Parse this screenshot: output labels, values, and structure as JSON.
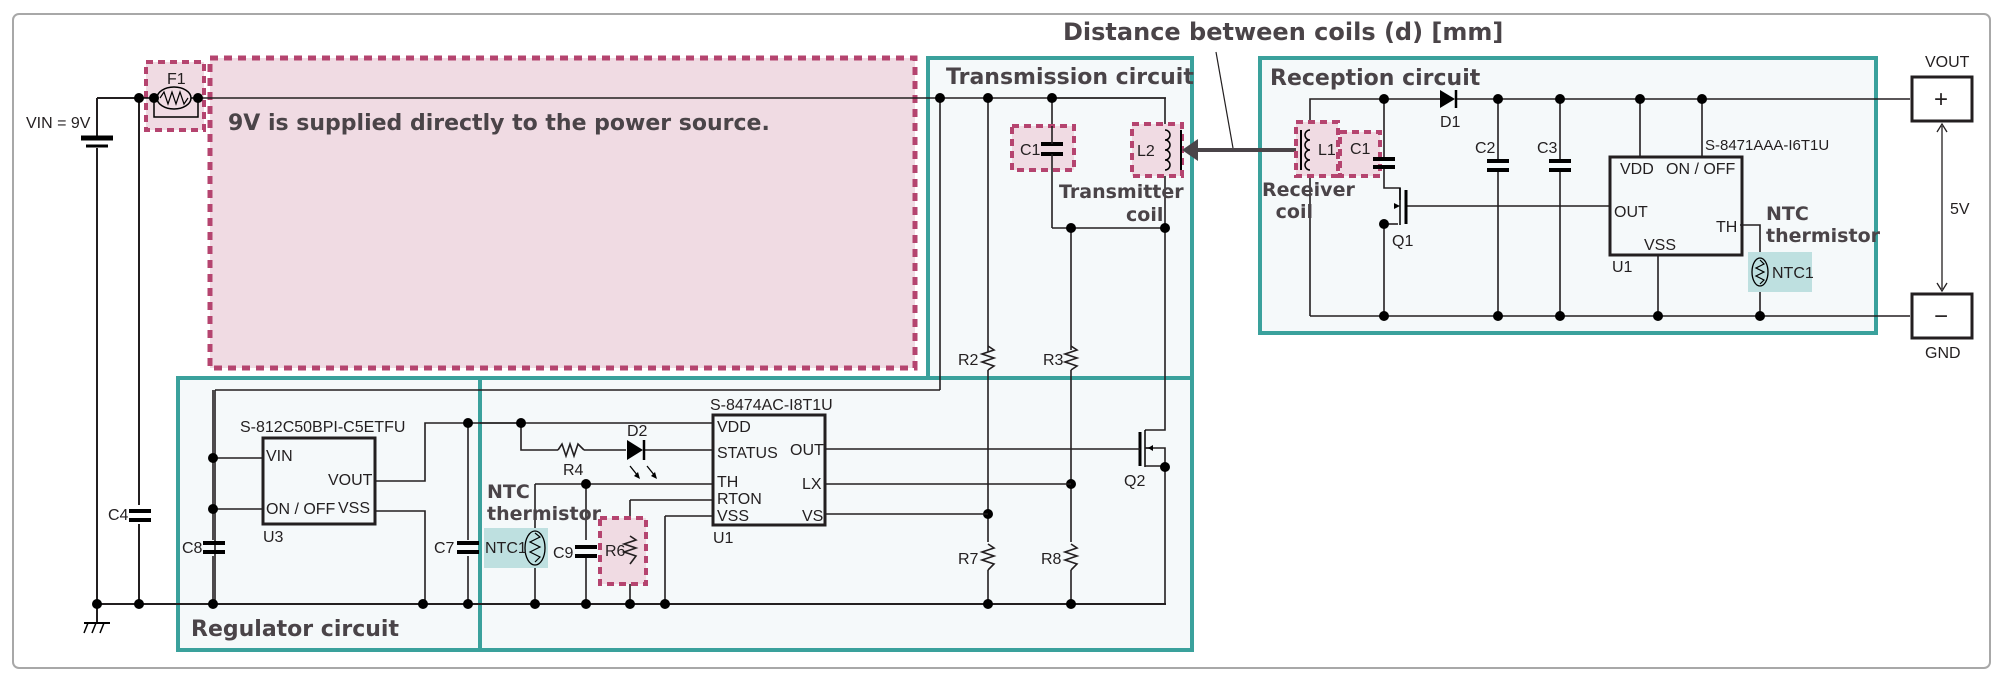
{
  "colors": {
    "section_border": "#3aa19c",
    "section_fill": "#f5f9fa",
    "highlight_pink_fill": "#f0dbe3",
    "highlight_pink_border": "#b5446f",
    "highlight_teal_fill": "#bee0e0",
    "text_heading": "#4a4448",
    "wire": "#231f20"
  },
  "top": {
    "distance_label": "Distance between coils (d) [mm]"
  },
  "input": {
    "vin_label": "VIN = 9V",
    "fuse": "F1",
    "note": "9V is supplied directly to the power source.",
    "c4": "C4"
  },
  "regulator": {
    "title": "Regulator circuit",
    "ic_part": "S-812C50BPI-C5ETFU",
    "ic_ref": "U3",
    "pins": {
      "vin": "VIN",
      "vout": "VOUT",
      "onoff": "ON / OFF",
      "vss": "VSS"
    },
    "c8": "C8",
    "c7": "C7"
  },
  "controller": {
    "ic_part": "S-8474AC-I8T1U",
    "ic_ref": "U1",
    "pins": {
      "vdd": "VDD",
      "status": "STATUS",
      "th": "TH",
      "rton": "RTON",
      "vss": "VSS",
      "out": "OUT",
      "lx": "LX",
      "vs": "VS"
    },
    "d2": "D2",
    "r4": "R4",
    "ntc_heading_1": "NTC",
    "ntc_heading_2": "thermistor",
    "ntc": "NTC1",
    "c9": "C9",
    "r6": "R6"
  },
  "transmission": {
    "title": "Transmission circuit",
    "c1": "C1",
    "l2": "L2",
    "coil_label_1": "Transmitter",
    "coil_label_2": "coil",
    "r2": "R2",
    "r3": "R3",
    "r7": "R7",
    "r8": "R8",
    "q2": "Q2"
  },
  "reception": {
    "title": "Reception circuit",
    "l1": "L1",
    "c1": "C1",
    "coil_label_1": "Receiver",
    "coil_label_2": "coil",
    "d1": "D1",
    "c2": "C2",
    "c3": "C3",
    "q1": "Q1",
    "ic_part": "S-8471AAA-I6T1U",
    "ic_ref": "U1",
    "pins": {
      "vdd": "VDD",
      "onoff": "ON / OFF",
      "out": "OUT",
      "th": "TH",
      "vss": "VSS"
    },
    "ntc_heading_1": "NTC",
    "ntc_heading_2": "thermistor",
    "ntc": "NTC1"
  },
  "output": {
    "vout_label": "VOUT",
    "plus": "+",
    "minus": "−",
    "voltage": "5V",
    "gnd_label": "GND"
  }
}
